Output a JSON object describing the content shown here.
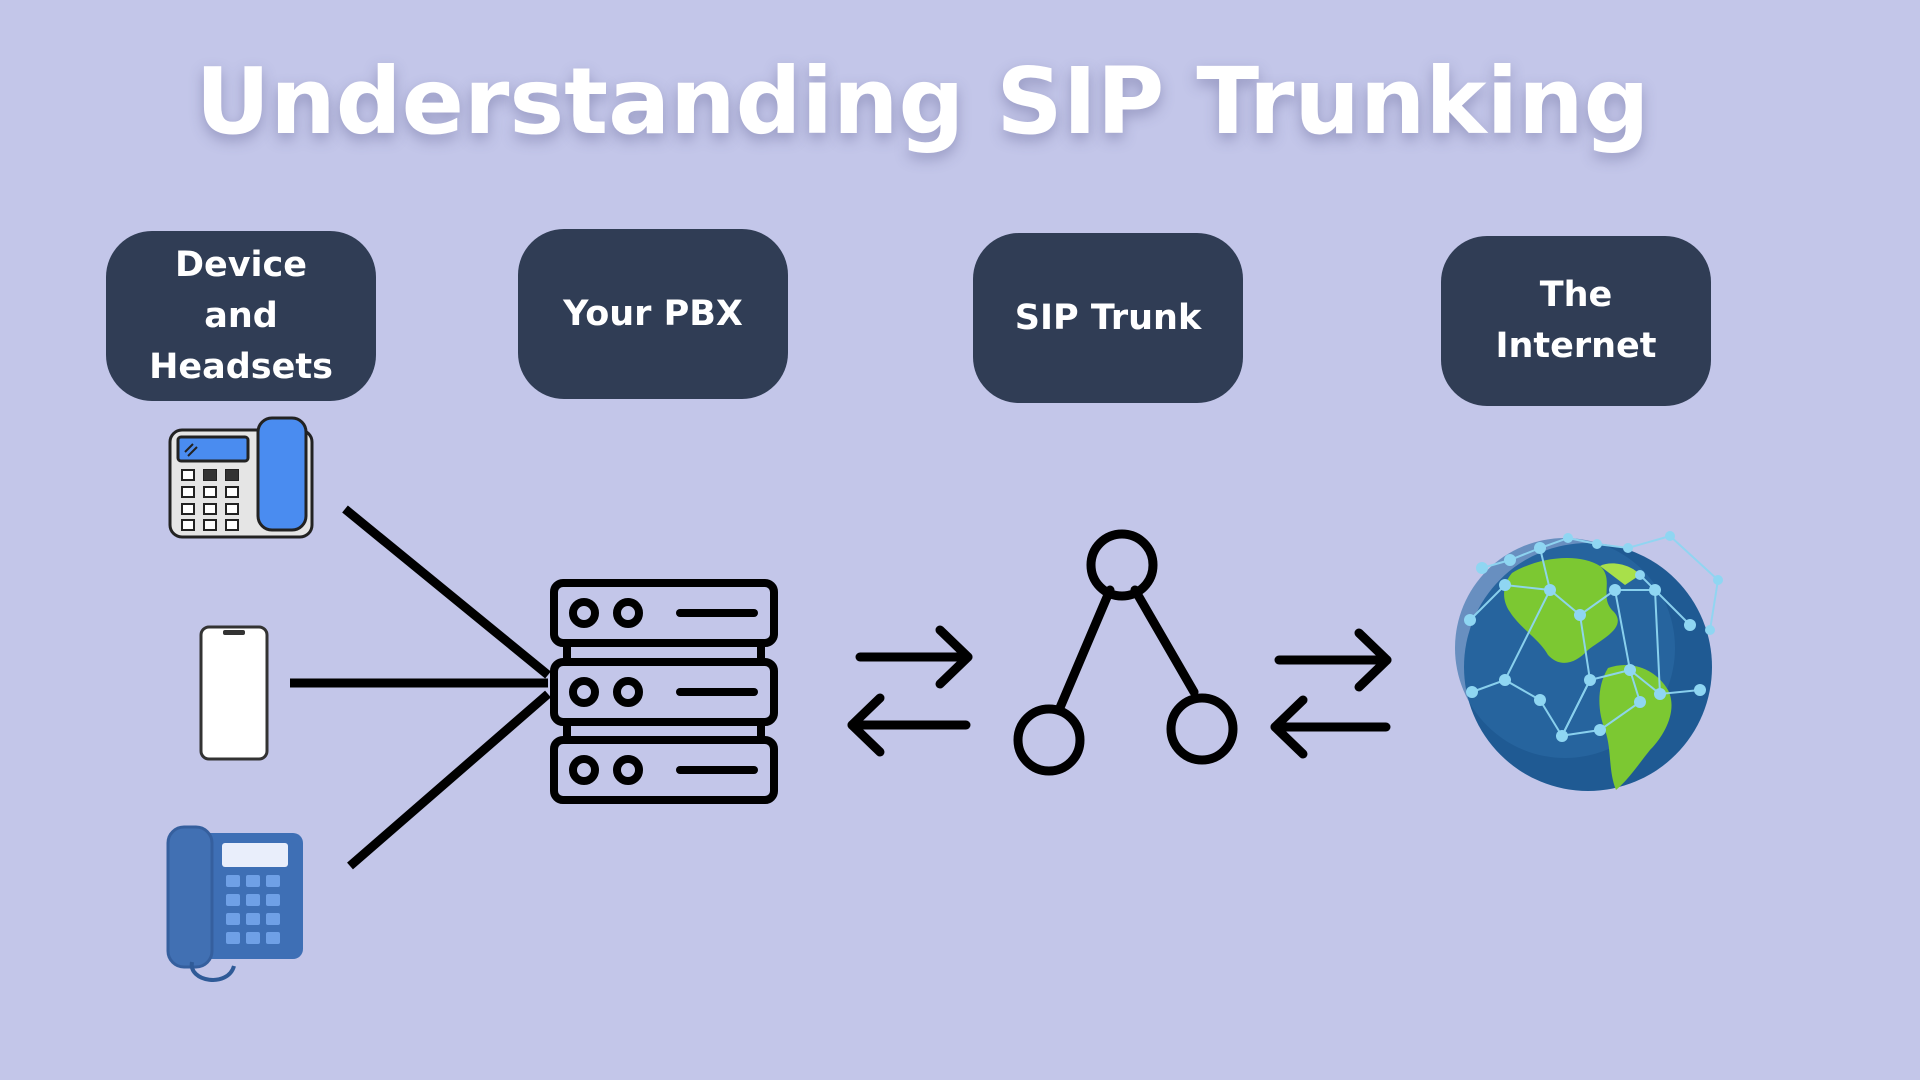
{
  "title": "Understanding SIP Trunking",
  "stages": [
    {
      "label": "Device and Headsets"
    },
    {
      "label": "Your PBX"
    },
    {
      "label": "SIP Trunk"
    },
    {
      "label": "The Internet"
    }
  ],
  "icons": {
    "desk_phone": "desk-phone-icon",
    "mobile_phone": "mobile-phone-icon",
    "landline_phone": "landline-phone-icon",
    "server": "server-icon",
    "network_nodes": "network-nodes-icon",
    "globe": "globe-network-icon",
    "bidirectional_arrows": "swap-arrows-icon"
  },
  "colors": {
    "background": "#c3c6e9",
    "pill": "#303d55",
    "title": "#ffffff",
    "phone_blue": "#4a8cf0",
    "landline_blue": "#3e6fb5",
    "globe_ocean": "#1f5a93",
    "globe_land": "#7cc832",
    "network_dots": "#8fd6f2"
  }
}
